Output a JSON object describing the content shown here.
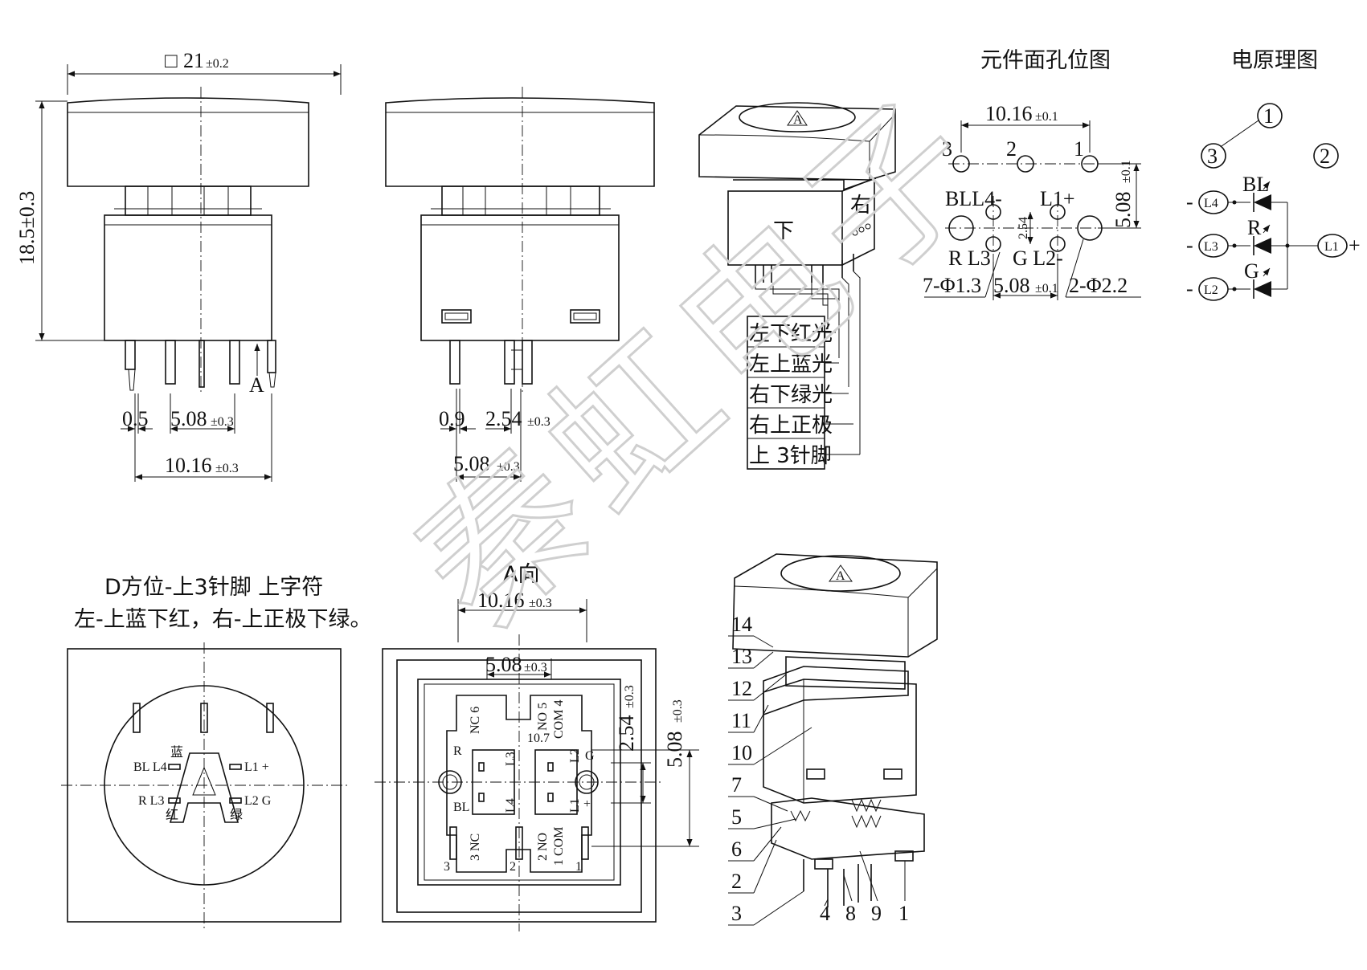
{
  "titles": {
    "hole_layout": "元件面孔位图",
    "schematic": "电原理图",
    "orientation_line1": "D方位-上3针脚 上字符",
    "orientation_line2": "左-上蓝下红，右-上正极下绿。",
    "a_view": "A向"
  },
  "front_view": {
    "width_prefix": "□",
    "width": "21",
    "width_tol": "±0.2",
    "height": "18.5±0.3",
    "arrow_label": "A",
    "pin_width": "0.5",
    "pitch": "5.08",
    "pitch_tol": "±0.3",
    "span": "10.16",
    "span_tol": "±0.3"
  },
  "side_view": {
    "pin_width": "0.9",
    "pitch": "2.54",
    "pitch_tol": "±0.3",
    "span": "5.08",
    "span_tol": "±0.3"
  },
  "iso_view": {
    "cap_letter": "A",
    "face_bottom": "下",
    "face_right": "右",
    "legend": [
      "左下红光",
      "左上蓝光",
      "右下绿光",
      "右上正极",
      "上 3针脚"
    ]
  },
  "hole_layout": {
    "span": "10.16",
    "span_tol": "±0.1",
    "hole_nums": [
      "3",
      "2",
      "1"
    ],
    "vspan": "5.08",
    "vspan_tol": "±0.1",
    "bl_l4": "BLL4-",
    "l1_plus": "L1+",
    "r_l3": "R L3",
    "g_l2": "G L2-",
    "inner_pitch": "2.54",
    "inner_pitch_unit": "tol",
    "small_holes": "7-Φ1.3",
    "hpitch": "5.08",
    "hpitch_tol": "±0.1",
    "big_holes": "2-Φ2.2"
  },
  "schematic": {
    "pins": [
      "1",
      "2",
      "3"
    ],
    "leds": [
      "BL",
      "R",
      "G"
    ],
    "leads": [
      "L4",
      "L3",
      "L2"
    ],
    "common": "L1",
    "plus": "+",
    "minus": "-"
  },
  "top_view": {
    "letter": "A",
    "bl_l4": "BL L4",
    "blue": "蓝",
    "l1_plus": "L1 +",
    "r_l3": "R L3",
    "red": "红",
    "l2_g": "L2 G",
    "green": "绿"
  },
  "a_view": {
    "span": "10.16",
    "span_tol": "±0.3",
    "inner": "5.08",
    "inner_tol": "±0.3",
    "pitch_v": "2.54",
    "pitch_v_tol": "±0.3",
    "span_v": "5.08",
    "span_v_tol": "±0.3",
    "nc6": "NC 6",
    "no5": "NO 5",
    "com4": "COM 4",
    "r": "R",
    "l3": "L3",
    "bl": "BL",
    "l4": "L4",
    "d107": "10.7",
    "l2": "L2",
    "g": "G",
    "l1": "L1",
    "plus": "+",
    "nc3": "3 NC",
    "no2": "2 NO",
    "com1": "1 COM",
    "pin_nums": [
      "3",
      "2",
      "1"
    ]
  },
  "exploded": {
    "cap_letter": "A",
    "callouts": [
      "14",
      "13",
      "12",
      "11",
      "10",
      "7",
      "5",
      "6",
      "2",
      "3",
      "4",
      "8",
      "9",
      "1"
    ]
  },
  "watermark": "秦虹电子"
}
